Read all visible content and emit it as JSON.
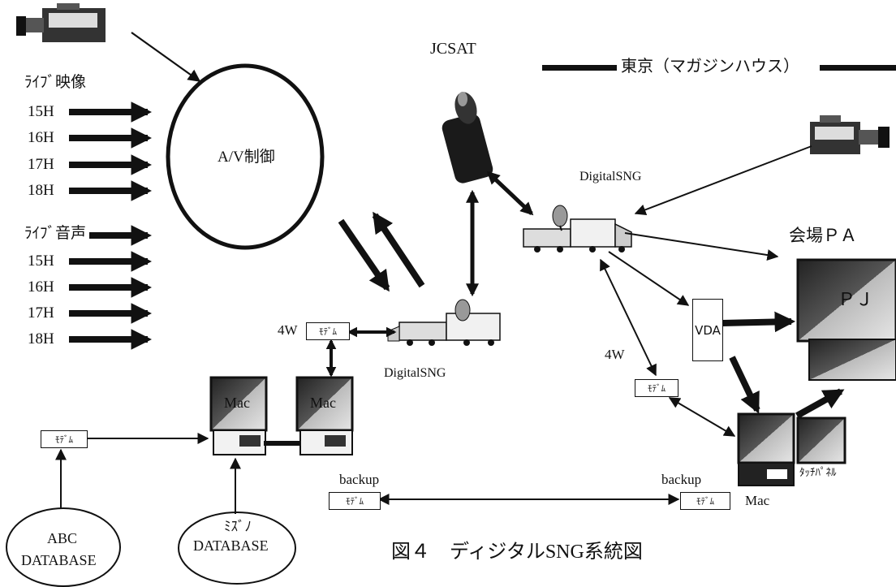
{
  "labels": {
    "satellite": "JCSAT",
    "tokyo": "東京（マガジンハウス）",
    "live_video": "ﾗｲﾌﾞ映像",
    "live_audio": "ﾗｲﾌﾞ音声",
    "video_hours": [
      "15H",
      "16H",
      "17H",
      "18H"
    ],
    "audio_hours": [
      "15H",
      "16H",
      "17H",
      "18H"
    ],
    "av_control": "A/V制御",
    "sng_top": "DigitalSNG",
    "sng_bottom": "DigitalSNG",
    "venue_pa": "会場ＰＡ",
    "pj": "ＰＪ",
    "vda": "VDA",
    "four_w_left": "4W",
    "four_w_right": "4W",
    "modem": "ﾓﾃﾞﾑ",
    "mac": "Mac",
    "mac_bottom": "Mac",
    "touch_panel": "ﾀｯﾁﾊﾟﾈﾙ",
    "backup_left": "backup",
    "backup_right": "backup",
    "abc_db_line1": "ABC",
    "abc_db_line2": "DATABASE",
    "mizuno_db_line1": "ﾐｽﾞﾉ",
    "mizuno_db_line2": "DATABASE",
    "caption": "図４　ディジタルSNG系統図"
  }
}
